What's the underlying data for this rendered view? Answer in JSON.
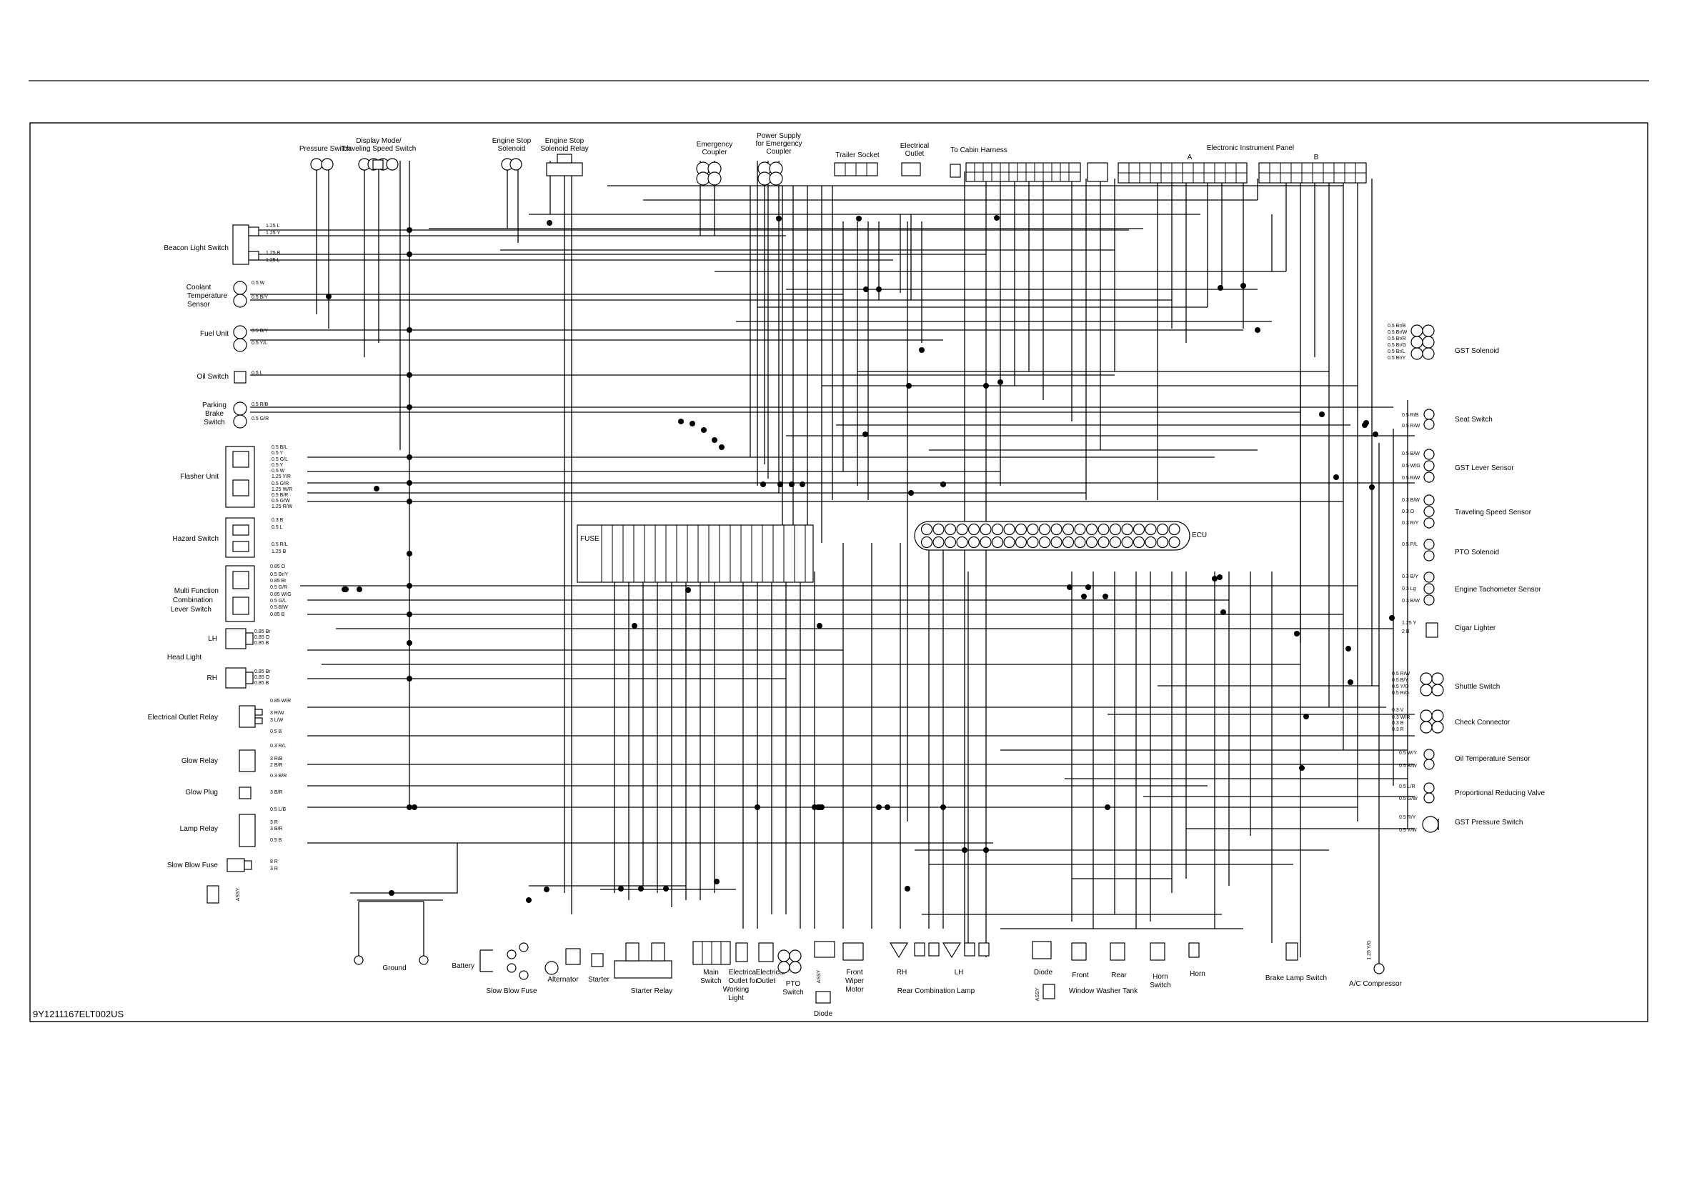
{
  "document_code": "9Y1211167ELT002US",
  "top_components": {
    "pressure_switch": "Pressure Switch",
    "display_mode_line1": "Display Mode/",
    "display_mode_line2": "Traveling Speed Switch",
    "engine_stop_solenoid_line1": "Engine Stop",
    "engine_stop_solenoid_line2": "Solenoid",
    "engine_stop_relay_line1": "Engine Stop",
    "engine_stop_relay_line2": "Solenoid Relay",
    "emergency_coupler_line1": "Emergency",
    "emergency_coupler_line2": "Coupler",
    "power_supply_line1": "Power Supply",
    "power_supply_line2": "for Emergency",
    "power_supply_line3": "Coupler",
    "trailer_socket": "Trailer Socket",
    "electrical_outlet_top_line1": "Electrical",
    "electrical_outlet_top_line2": "Outlet",
    "to_cabin_harness": "To Cabin Harness",
    "electronic_instrument_panel": "Electronic Instrument Panel",
    "panel_a": "A",
    "panel_b": "B"
  },
  "left_components": {
    "beacon_light_switch": "Beacon Light Switch",
    "coolant_line1": "Coolant",
    "coolant_line2": "Temperature",
    "coolant_line3": "Sensor",
    "fuel_unit": "Fuel Unit",
    "oil_switch": "Oil Switch",
    "parking_line1": "Parking",
    "parking_line2": "Brake",
    "parking_line3": "Switch",
    "flasher_unit": "Flasher Unit",
    "hazard_switch": "Hazard Switch",
    "multi_line1": "Multi Function",
    "multi_line2": "Combination",
    "multi_line3": "Lever Switch",
    "head_lh": "LH",
    "head_light": "Head Light",
    "head_rh": "RH",
    "electrical_outlet_relay": "Electrical Outlet Relay",
    "glow_relay": "Glow Relay",
    "glow_plug": "Glow Plug",
    "lamp_relay": "Lamp Relay",
    "slow_blow_fuse": "Slow Blow Fuse",
    "assy": "ASSY"
  },
  "right_components": {
    "gst_solenoid": "GST Solenoid",
    "seat_switch": "Seat Switch",
    "gst_lever_sensor": "GST Lever Sensor",
    "traveling_speed_sensor": "Traveling Speed Sensor",
    "pto_solenoid": "PTO Solenoid",
    "engine_tachometer_sensor": "Engine Tachometer Sensor",
    "cigar_lighter": "Cigar Lighter",
    "shuttle_switch": "Shuttle Switch",
    "check_connector": "Check Connector",
    "oil_temperature_sensor": "Oil Temperature Sensor",
    "proportional_reducing_valve": "Proportional Reducing Valve",
    "gst_pressure_switch": "GST Pressure Switch"
  },
  "bottom_components": {
    "ground": "Ground",
    "battery": "Battery",
    "slow_blow_fuse": "Slow Blow Fuse",
    "alternator": "Alternator",
    "starter": "Starter",
    "starter_relay": "Starter Relay",
    "main_switch_line1": "Main",
    "main_switch_line2": "Switch",
    "outlet_working_line1": "Electrical",
    "outlet_working_line2": "Outlet for",
    "outlet_working_line3": "Working",
    "outlet_working_line4": "Light",
    "electrical_outlet_line1": "Electrical",
    "electrical_outlet_line2": "Outlet",
    "pto_switch_line1": "PTO",
    "pto_switch_line2": "Switch",
    "diode": "Diode",
    "front_wiper_line1": "Front",
    "front_wiper_line2": "Wiper",
    "front_wiper_line3": "Motor",
    "rh": "RH",
    "lh": "LH",
    "rear_combination_lamp": "Rear Combination Lamp",
    "diode_right": "Diode",
    "front": "Front",
    "rear": "Rear",
    "window_washer_tank": "Window Washer Tank",
    "horn_switch_line1": "Horn",
    "horn_switch_line2": "Switch",
    "horn": "Horn",
    "brake_lamp_switch": "Brake Lamp Switch",
    "ac_compressor": "A/C Compressor",
    "assy": "ASSY"
  },
  "center": {
    "fuse": "FUSE",
    "ecu": "ECU"
  },
  "wire_labels": {
    "beacon": [
      "1.25 L",
      "1.25 Y",
      "1.25 B",
      "1.25 L"
    ],
    "coolant": [
      "0.5 W",
      "0.5 B/Y"
    ],
    "fuel": [
      "0.5 B/Y",
      "0.5 Y/L"
    ],
    "oil": [
      "0.5 L"
    ],
    "parking": [
      "0.5 R/B",
      "0.5 G/R"
    ],
    "flasher": [
      "0.5 B/L",
      "0.5 Y",
      "0.5 G/L",
      "0.5 Y",
      "0.5 W",
      "1.25 Y/R",
      "0.5 G/R",
      "1.25 W/R",
      "0.5 B/R",
      "0.5 G/W",
      "1.25 R/W"
    ],
    "hazard": [
      "0.3 B",
      "0.5 L",
      "0.5 R/L",
      "1.25 B"
    ],
    "multi": [
      "0.85 O",
      "0.5 Br/Y",
      "0.85 Br",
      "0.5 G/R",
      "0.85 W/G",
      "0.5 G/L",
      "0.5 B/W",
      "0.85 B"
    ],
    "head_lh": [
      "0.85 Br",
      "0.85 O",
      "0.85 B"
    ],
    "head_rh": [
      "0.85 Br",
      "0.85 O",
      "0.85 B"
    ],
    "outlet_relay": [
      "0.85 W/R",
      "3 R/W",
      "3 L/W",
      "0.5 B"
    ],
    "glow_relay": [
      "0.3 R/L",
      "3 R/B",
      "2 B/R",
      "0.3 B/R"
    ],
    "glow_plug": [
      "3 B/R"
    ],
    "lamp_relay": [
      "0.5 L/B",
      "3 R",
      "3 B/R",
      "0.5 B"
    ],
    "slow_blow": [
      "8 R",
      "3 R"
    ],
    "gst_solenoid": [
      "0.5 Br/B",
      "0.5 Br/W",
      "0.5 Br/R",
      "0.5 Br/G",
      "0.5 Br/L",
      "0.5 Br/Y"
    ],
    "seat_switch": [
      "0.5 R/B",
      "0.5 R/W"
    ],
    "gst_lever": [
      "0.5 B/W",
      "0.5 W/G",
      "0.5 R/W"
    ],
    "traveling_speed": [
      "0.3 B/W",
      "0.3 O",
      "0.3 R/Y"
    ],
    "pto_solenoid": [
      "0.5 P/L"
    ],
    "tachometer": [
      "0.3 B/Y",
      "0.3 Lg",
      "0.3 B/W"
    ],
    "cigar": [
      "1.25 Y",
      "2 B"
    ],
    "shuttle": [
      "0.5 R/W",
      "0.5 B/Y",
      "0.5 Y/O",
      "0.5 R/G"
    ],
    "check_connector": [
      "0.3 V",
      "0.3 W/R",
      "0.3 B",
      "0.3 R"
    ],
    "oil_temp": [
      "0.5 W/Y",
      "0.5 B/W"
    ],
    "proportional": [
      "0.5 L/R",
      "0.5 G/W"
    ],
    "gst_pressure": [
      "0.5 R/Y",
      "0.5 Y/W"
    ],
    "ac_compressor": [
      "1.25 Y/G"
    ]
  }
}
